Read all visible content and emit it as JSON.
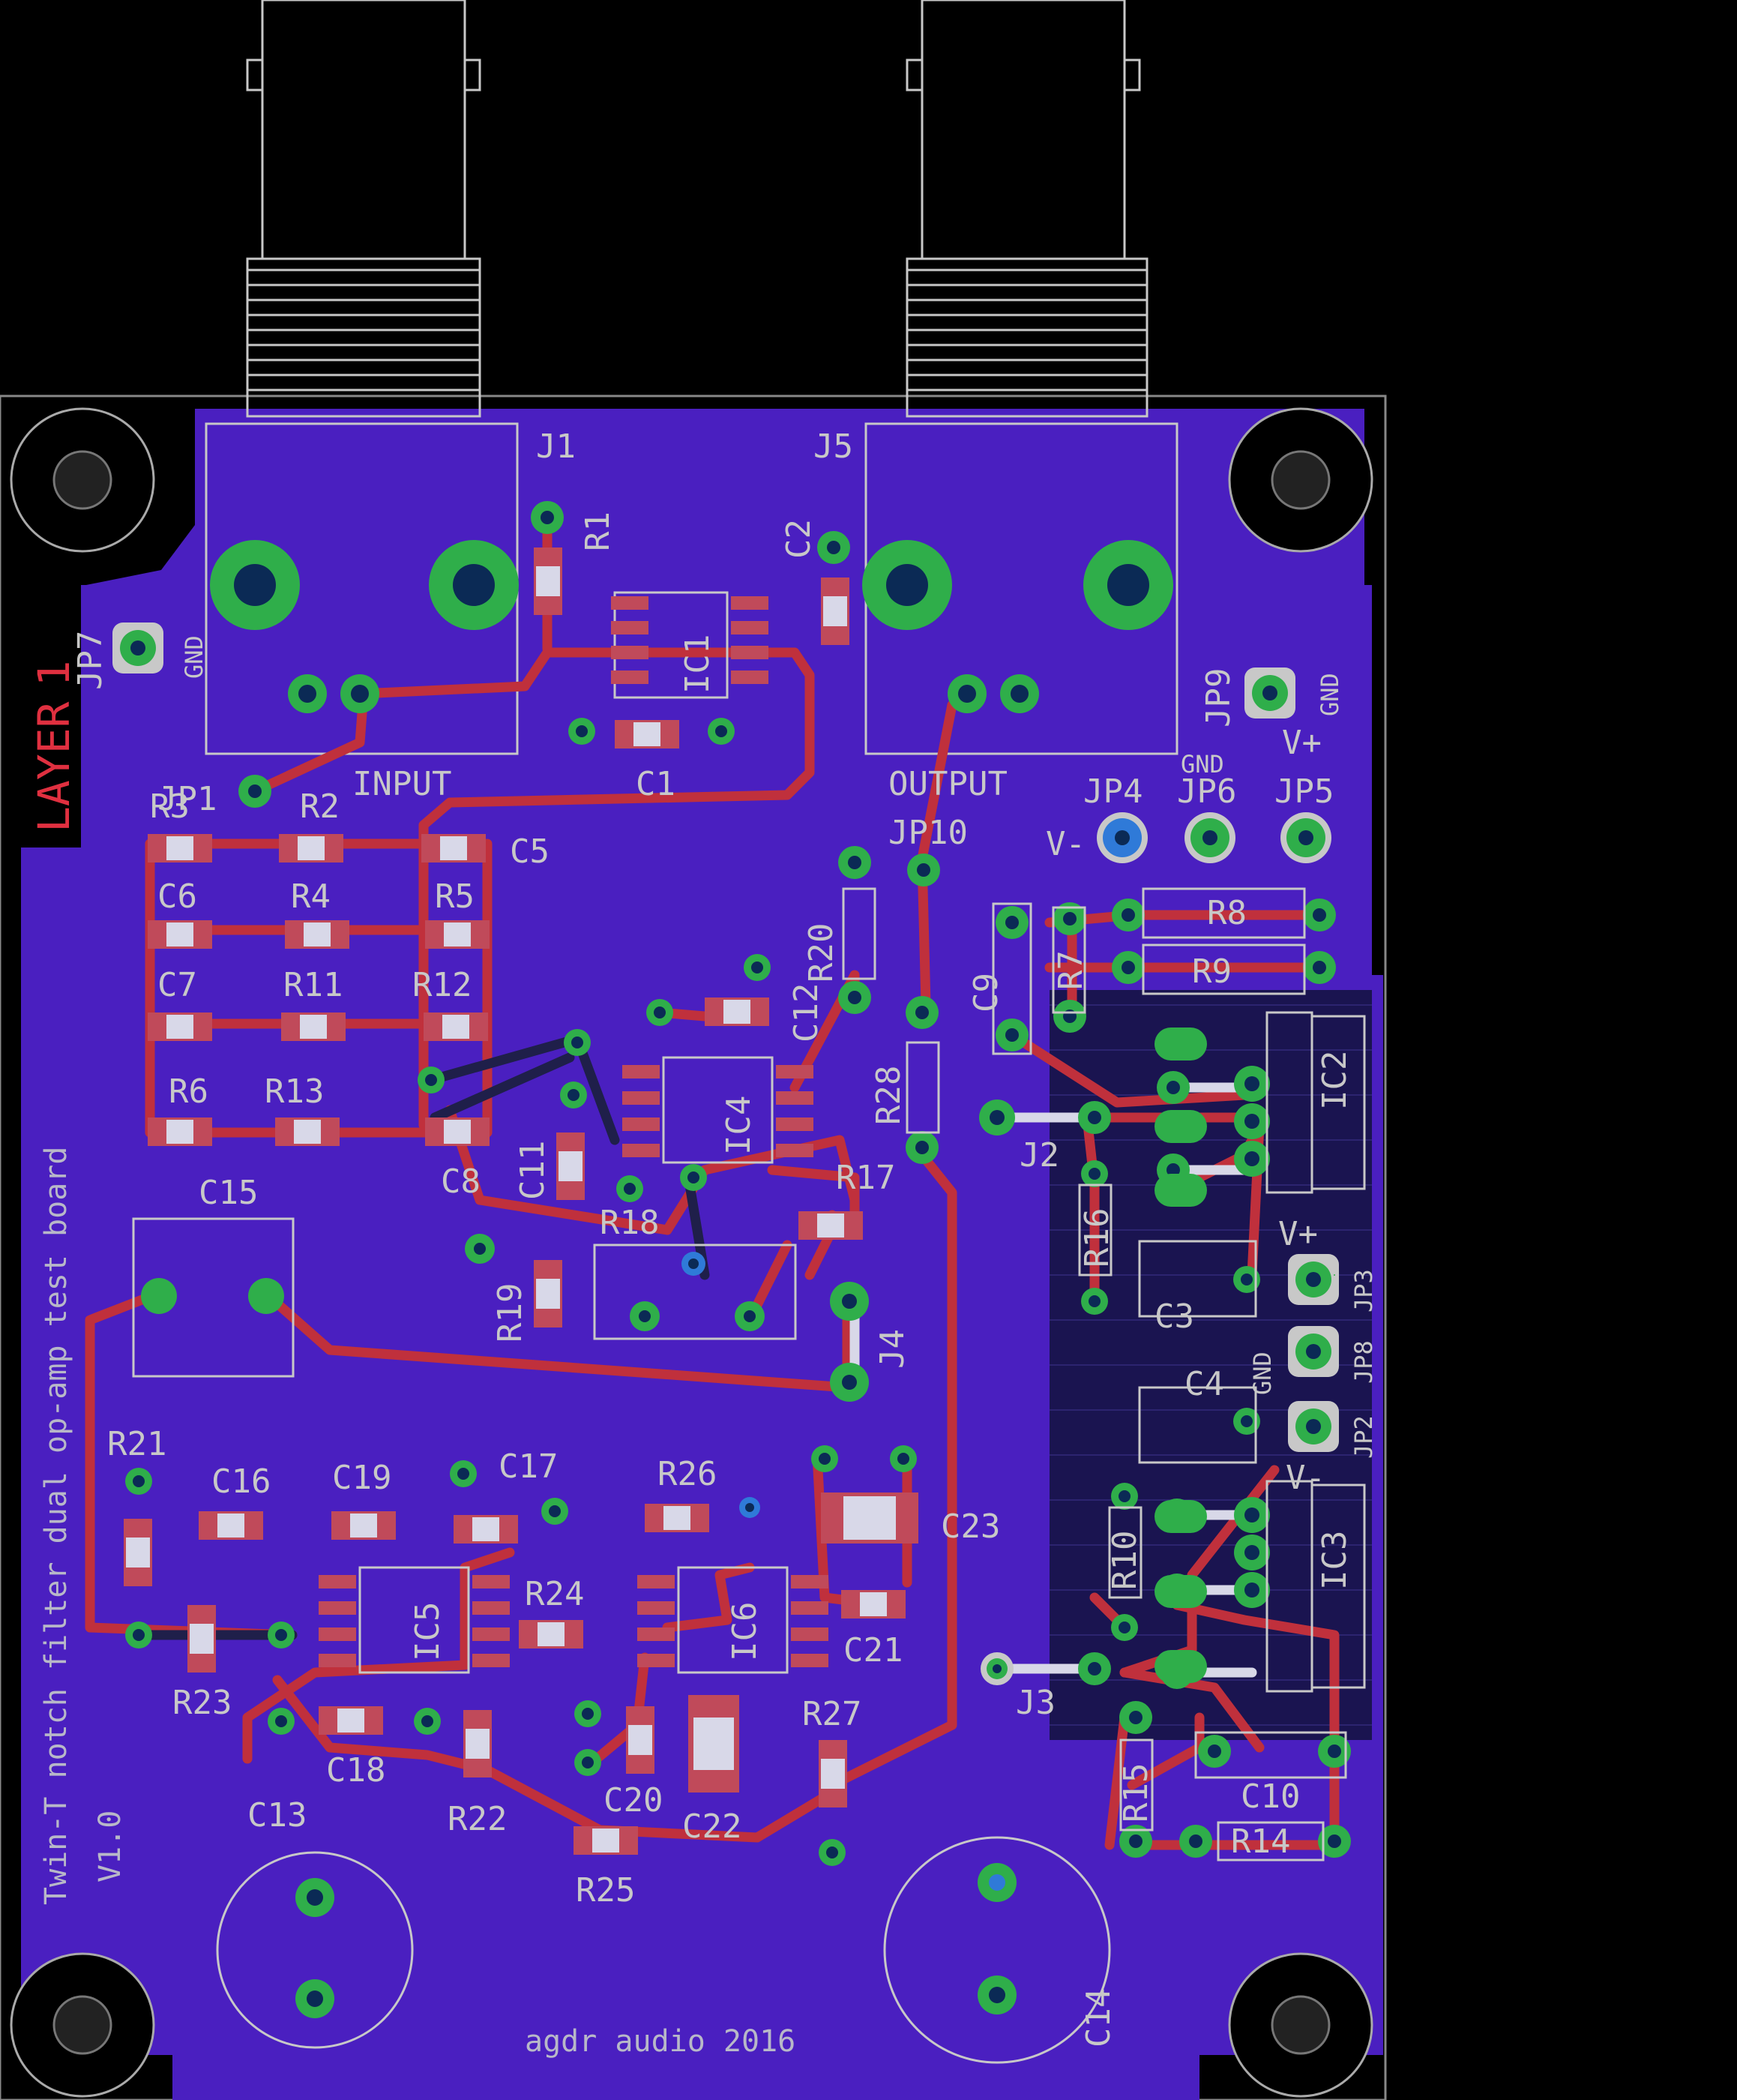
{
  "board": {
    "title": "Twin-T notch filter dual op-amp test board",
    "version": "V1.0",
    "footer": "agdr audio 2016",
    "layer_label": "LAYER",
    "layer_number": "1",
    "colors": {
      "background": "#000000",
      "copper_fill": "#4a1fc0",
      "trace": "#c0303c",
      "pad": "#2fae4a",
      "silk": "#c8c8c8"
    }
  },
  "connectors": {
    "j1": "J1",
    "j5": "J5",
    "input": "INPUT",
    "output": "OUTPUT",
    "j2": "J2",
    "j3": "J3",
    "j4": "J4",
    "jp10": "JP10"
  },
  "jumpers": {
    "jp1": "JP1",
    "jp2": "JP2",
    "jp3": "JP3",
    "jp4": "JP4",
    "jp5": "JP5",
    "jp6": "JP6",
    "jp7": "JP7",
    "jp8": "JP8",
    "jp9": "JP9",
    "gnd": "GND",
    "vplus": "V+",
    "vminus": "V-"
  },
  "ics": {
    "ic1": "IC1",
    "ic2": "IC2",
    "ic3": "IC3",
    "ic4": "IC4",
    "ic5": "IC5",
    "ic6": "IC6"
  },
  "resistors": {
    "r1": "R1",
    "r2": "R2",
    "r3": "R3",
    "r4": "R4",
    "r5": "R5",
    "r6": "R6",
    "r7": "R7",
    "r8": "R8",
    "r9": "R9",
    "r10": "R10",
    "r11": "R11",
    "r12": "R12",
    "r13": "R13",
    "r14": "R14",
    "r15": "R15",
    "r16": "R16",
    "r17": "R17",
    "r18": "R18",
    "r19": "R19",
    "r20": "R20",
    "r21": "R21",
    "r22": "R22",
    "r23": "R23",
    "r24": "R24",
    "r25": "R25",
    "r26": "R26",
    "r27": "R27",
    "r28": "R28"
  },
  "capacitors": {
    "c1": "C1",
    "c2": "C2",
    "c3": "C3",
    "c4": "C4",
    "c5": "C5",
    "c6": "C6",
    "c7": "C7",
    "c8": "C8",
    "c9": "C9",
    "c10": "C10",
    "c11": "C11",
    "c12": "C12",
    "c13": "C13",
    "c14": "C14",
    "c15": "C15",
    "c16": "C16",
    "c17": "C17",
    "c18": "C18",
    "c19": "C19",
    "c20": "C20",
    "c21": "C21",
    "c22": "C22",
    "c23": "C23"
  }
}
